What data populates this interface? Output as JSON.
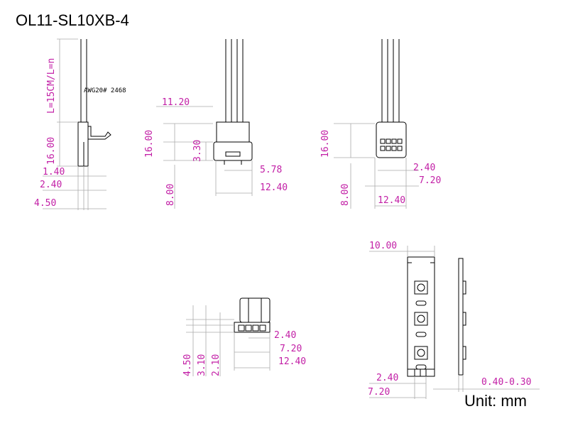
{
  "title": "OL11-SL10XB-4",
  "unit_label": "Unit: mm",
  "views": {
    "side": {
      "length_label": "L=15CM/L=n",
      "note": "AWG20# 2468",
      "dims": [
        "16.00",
        "1.40",
        "2.40",
        "4.50"
      ]
    },
    "front": {
      "dims": [
        "11.20",
        "16.00",
        "3.30",
        "8.00",
        "5.78",
        "12.40"
      ]
    },
    "back": {
      "dims": [
        "16.00",
        "8.00",
        "2.40",
        "7.20",
        "12.40"
      ]
    },
    "bottom": {
      "dims": [
        "4.50",
        "3.10",
        "2.10",
        "2.40",
        "7.20",
        "12.40"
      ]
    },
    "strip": {
      "dims": [
        "10.00",
        "2.40",
        "7.20",
        "0.40-0.30"
      ]
    }
  },
  "colors": {
    "dimension": "#c21fa6",
    "extension_line": "#aaaaaa",
    "outline": "#000000"
  }
}
